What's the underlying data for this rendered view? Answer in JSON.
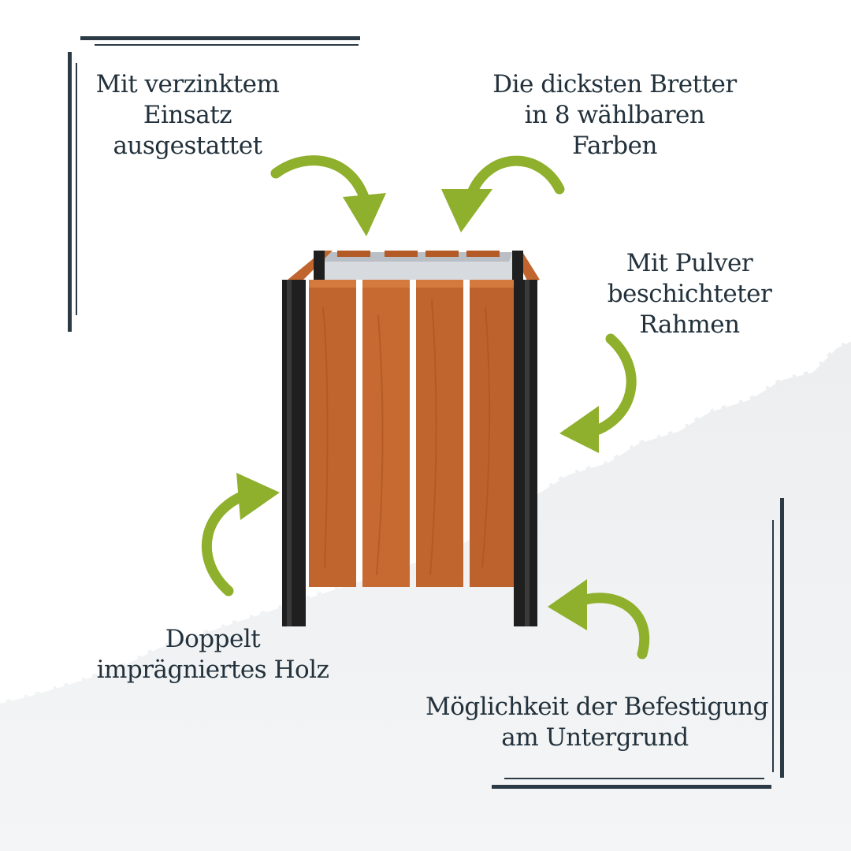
{
  "annotations": {
    "insert": {
      "lines": [
        "Mit verzinktem",
        "Einsatz",
        "ausgestattet"
      ]
    },
    "boards": {
      "lines": [
        "Die dicksten Bretter",
        "in 8 wählbaren",
        "Farben"
      ]
    },
    "frame": {
      "lines": [
        "Mit Pulver",
        "beschichteter",
        "Rahmen"
      ]
    },
    "wood": {
      "lines": [
        "Doppelt",
        "imprägniertes Holz"
      ]
    },
    "mounting": {
      "lines": [
        "Möglichkeit der Befestigung",
        "am Untergrund"
      ]
    }
  },
  "colors": {
    "text": "#22313b",
    "arrow": "#8fb02c",
    "frame_lines": "#2b3a44",
    "wood": "#c0652e",
    "metal_frame": "#1f1f1f",
    "galvanized": "#d7dbdf"
  },
  "icons": [
    "curved-arrow-icon",
    "product-image"
  ]
}
